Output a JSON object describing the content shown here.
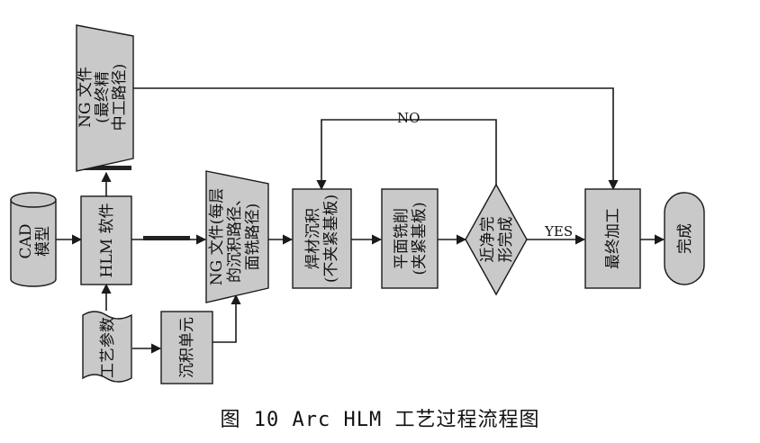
{
  "nodes": {
    "ng_top": [
      "NG 文件",
      "(最终精",
      "中工路径)"
    ],
    "cad": [
      "CAD",
      "模型"
    ],
    "hlm": [
      "HLM 软件"
    ],
    "params": [
      "工艺参数"
    ],
    "deposit_unit": [
      "沉积单元"
    ],
    "ng_mid": [
      "NG 文件(每层",
      "的沉积路径、",
      "面铣路径)"
    ],
    "weld": [
      "焊材沉积",
      "(不夹紧基板)"
    ],
    "mill": [
      "平面铣削",
      "(夹紧基板)"
    ],
    "decision": [
      "近净完",
      "形完成"
    ],
    "final": [
      "最终加工"
    ],
    "done": [
      "完成"
    ]
  },
  "edge_labels": {
    "no": "NO",
    "yes": "YES"
  },
  "caption": "图 10  Arc HLM 工艺过程流程图"
}
